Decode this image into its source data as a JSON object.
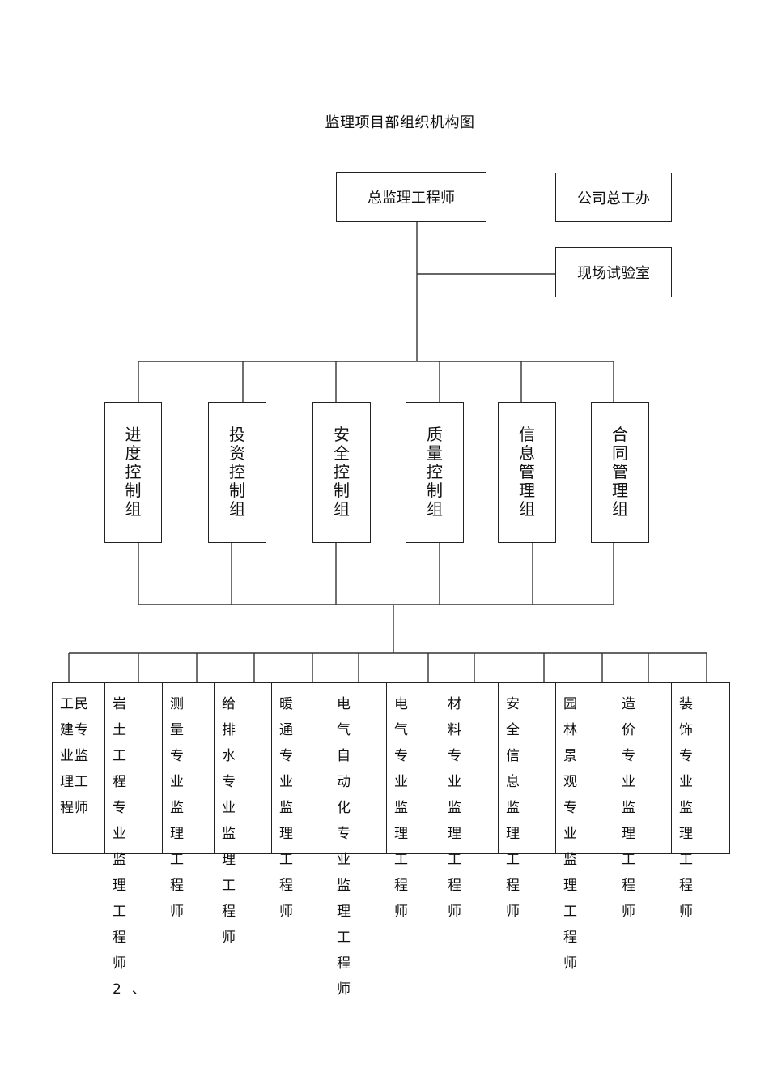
{
  "title": "监理项目部组织机构图",
  "top": {
    "chief": "总监理工程师",
    "company_office": "公司总工办",
    "lab": "现场试验室"
  },
  "groups": [
    {
      "label": "进度控制组"
    },
    {
      "label": "投资控制组"
    },
    {
      "label": "安全控制组"
    },
    {
      "label": "质量控制组"
    },
    {
      "label": "信息管理组"
    },
    {
      "label": "合同管理组"
    }
  ],
  "engineers": [
    {
      "label": "工民建专业监理工程师"
    },
    {
      "label": "岩土工程专业监理工程师2、"
    },
    {
      "label": "测量专业监理工程师"
    },
    {
      "label": "给排水专业监理工程师"
    },
    {
      "label": "暖通专业监理工程师"
    },
    {
      "label": "电气自动化专业监理工程师"
    },
    {
      "label": "电气专业监理工程师"
    },
    {
      "label": "材料专业监理工程师"
    },
    {
      "label": "安全信息监理工程师"
    },
    {
      "label": "园林景观专业监理工程师"
    },
    {
      "label": "造价专业监理工程师"
    },
    {
      "label": "装饰专业监理工程师"
    }
  ]
}
